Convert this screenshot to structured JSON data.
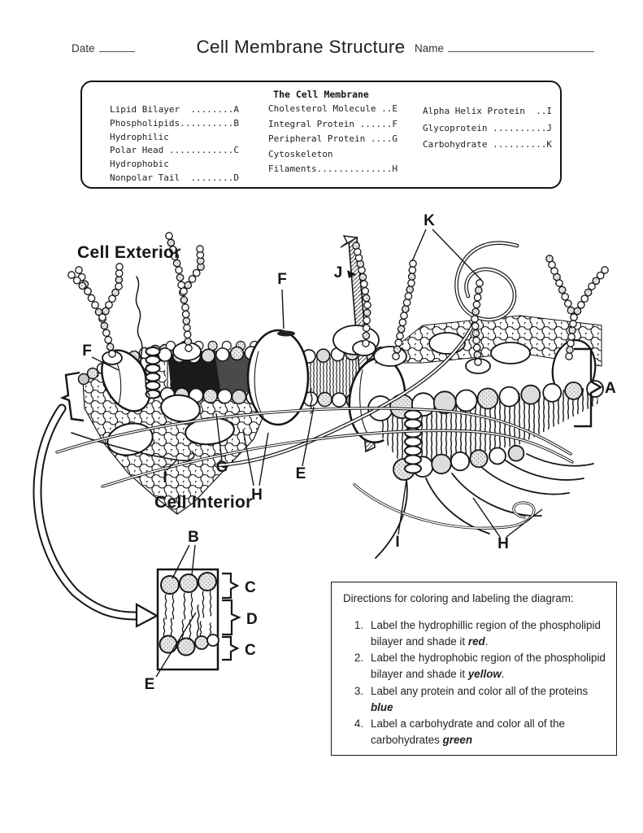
{
  "page": {
    "date_label": "Date",
    "title": "Cell Membrane Structure",
    "name_label": "Name"
  },
  "key": {
    "title": "The Cell Membrane",
    "columns": [
      {
        "lines": [
          "Lipid Bilayer  ........A",
          "Phospholipids..........B",
          "Hydrophilic",
          "Polar Head ............C",
          "Hydrophobic",
          "Nonpolar Tail  ........D"
        ]
      },
      {
        "lines": [
          "Cholesterol Molecule ..E",
          "Integral Protein ......F",
          "Peripheral Protein ....G",
          "Cytoskeleton",
          "Filaments..............H"
        ]
      },
      {
        "lines": [
          "Alpha Helix Protein  ..I",
          "Glycoprotein ..........J",
          "Carbohydrate ..........K"
        ]
      }
    ],
    "legend": [
      {
        "letter": "A",
        "term": "Lipid Bilayer"
      },
      {
        "letter": "B",
        "term": "Phospholipids"
      },
      {
        "letter": "C",
        "term": "Hydrophilic Polar Head"
      },
      {
        "letter": "D",
        "term": "Hydrophobic Nonpolar Tail"
      },
      {
        "letter": "E",
        "term": "Cholesterol Molecule"
      },
      {
        "letter": "F",
        "term": "Integral Protein"
      },
      {
        "letter": "G",
        "term": "Peripheral Protein"
      },
      {
        "letter": "H",
        "term": "Cytoskeleton Filaments"
      },
      {
        "letter": "I",
        "term": "Alpha Helix Protein"
      },
      {
        "letter": "J",
        "term": "Glycoprotein"
      },
      {
        "letter": "K",
        "term": "Carbohydrate"
      }
    ]
  },
  "diagram": {
    "region_labels": {
      "exterior": "Cell Exterior",
      "interior": "Cell Interior"
    },
    "labels": {
      "f_left": "F",
      "f_center": "F",
      "j": "J",
      "k": "K",
      "a": "A",
      "i_left": "I",
      "g": "G",
      "h_left": "H",
      "e_center": "E",
      "i_right": "I",
      "h_right": "H"
    },
    "inset": {
      "b": "B",
      "c_top": "C",
      "d": "D",
      "c_bottom": "C",
      "e": "E"
    }
  },
  "directions": {
    "title": "Directions for coloring and labeling the diagram:",
    "items": [
      {
        "number": "1.",
        "text": " Label the hydrophillic region of the phospholipid bilayer and shade it ",
        "emphasis": "red",
        "suffix": "."
      },
      {
        "number": "2.",
        "text": "Label the hydrophobic region of the phospholipid bilayer and shade it ",
        "emphasis": "yellow",
        "suffix": "."
      },
      {
        "number": "3.",
        "text": "Label any protein and color all of the proteins ",
        "emphasis": "blue",
        "suffix": ""
      },
      {
        "number": "4.",
        "text": "Label a carbohydrate and color all of the carbohydrates ",
        "emphasis": "green",
        "suffix": ""
      }
    ]
  },
  "meta": {
    "ink_color": "#161616",
    "paper_color": "#ffffff"
  }
}
